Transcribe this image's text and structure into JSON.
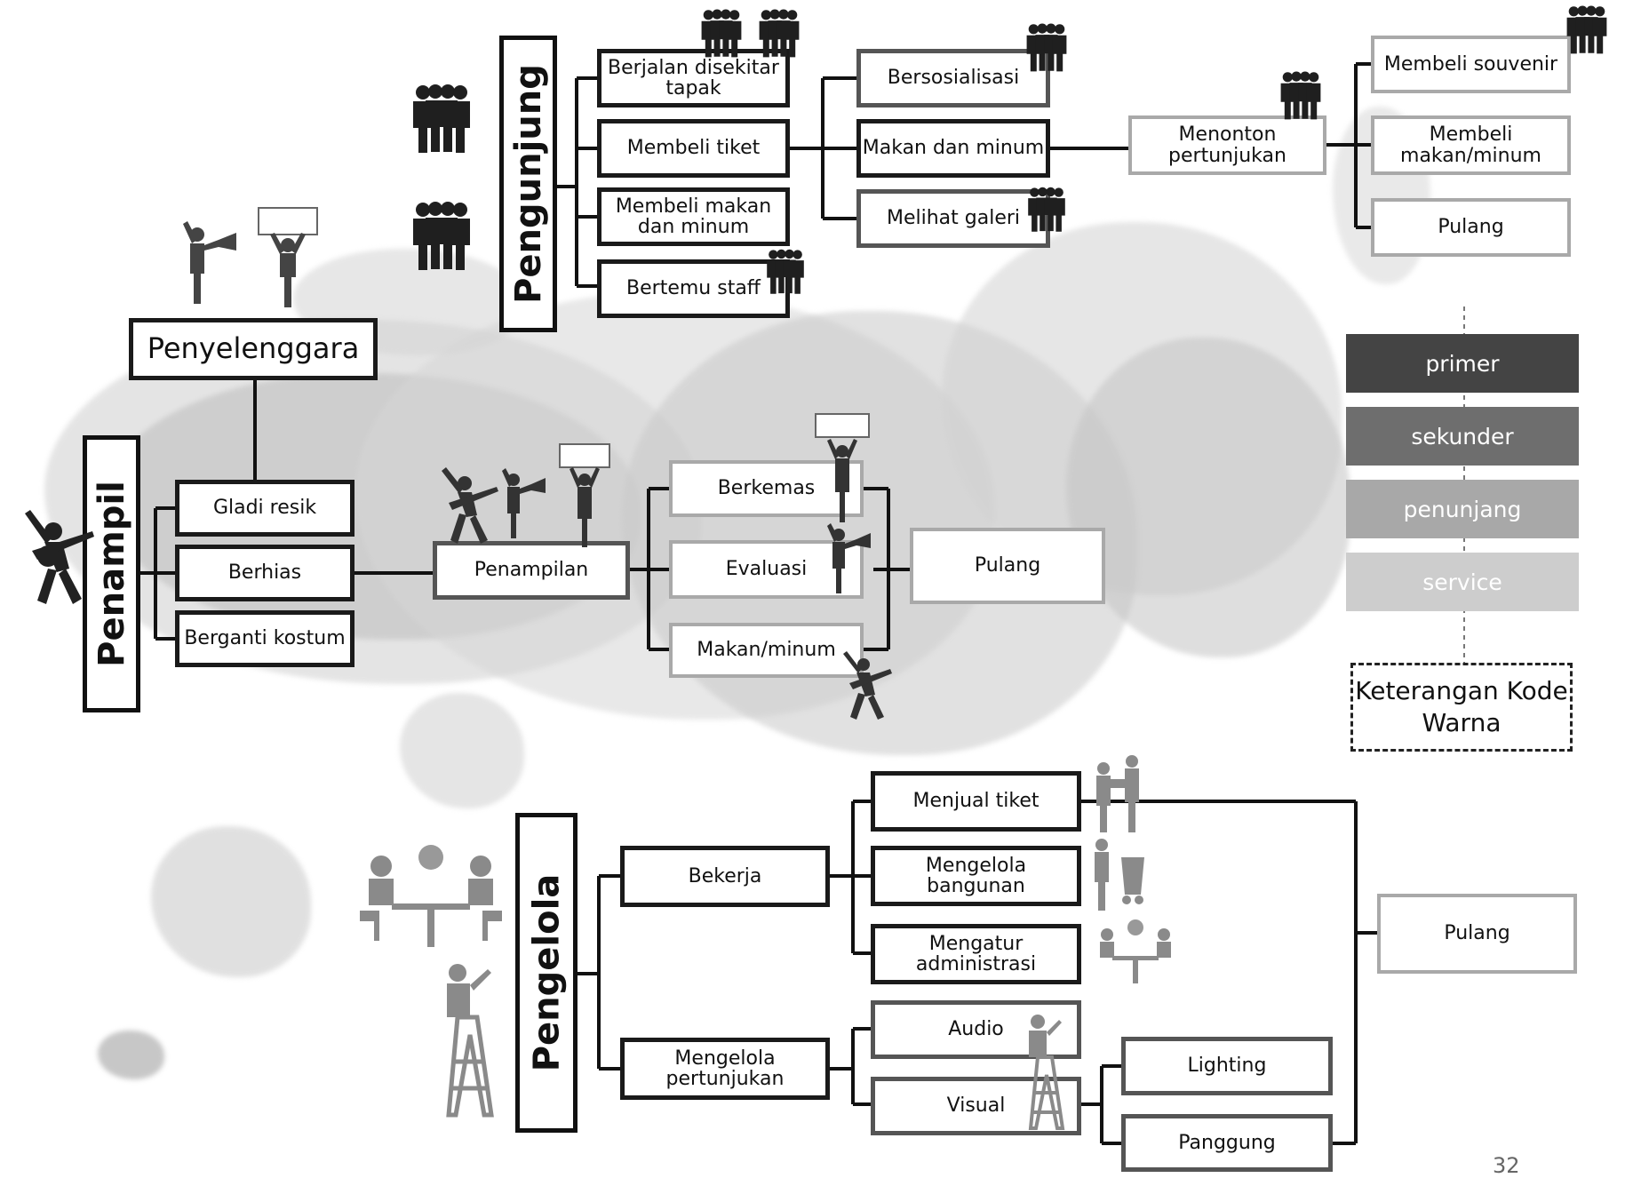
{
  "titles": {
    "pengunjung": "Pengunjung",
    "penyelenggara": "Penyelenggara",
    "penampil": "Penampil",
    "pengelola": "Pengelola"
  },
  "pengunjung": {
    "level1": [
      "Berjalan disekitar tapak",
      "Membeli tiket",
      "Membeli makan dan minum",
      "Bertemu staff"
    ],
    "level2": [
      "Bersosialisasi",
      "Makan dan minum",
      "Melihat galeri"
    ],
    "menonton": "Menonton pertunjukan",
    "final": [
      "Membeli souvenir",
      "Membeli makan/minum",
      "Pulang"
    ]
  },
  "penampil": {
    "level1": [
      "Gladi resik",
      "Berhias",
      "Berganti kostum"
    ],
    "penampilan": "Penampilan",
    "level2": [
      "Berkemas",
      "Evaluasi",
      "Makan/minum"
    ],
    "pulang": "Pulang"
  },
  "pengelola": {
    "bekerja": "Bekerja",
    "bekerja_items": [
      "Menjual tiket",
      "Mengelola bangunan",
      "Mengatur administrasi"
    ],
    "mengelola_pertunjukan": "Mengelola pertunjukan",
    "pertunjukan_items": [
      "Audio",
      "Visual"
    ],
    "visual_items": [
      "Lighting",
      "Panggung"
    ],
    "pulang": "Pulang"
  },
  "legend": {
    "items": [
      {
        "label": "primer",
        "color": "#444444"
      },
      {
        "label": "sekunder",
        "color": "#6e6e6e"
      },
      {
        "label": "penunjang",
        "color": "#a8a8a8"
      },
      {
        "label": "service",
        "color": "#cdcdcd"
      }
    ],
    "title": "Keterangan Kode Warna"
  },
  "page_number": "32",
  "icons": {
    "crowd": "crowd-icon",
    "group": "group-icon",
    "megaphone": "megaphone-person-icon",
    "sign": "sign-holder-icon",
    "guitarist": "guitarist-icon",
    "meeting": "meeting-icon",
    "ladder": "worker-ladder-icon",
    "ticket": "ticket-seller-icon",
    "cleaning": "cleaning-worker-icon"
  }
}
